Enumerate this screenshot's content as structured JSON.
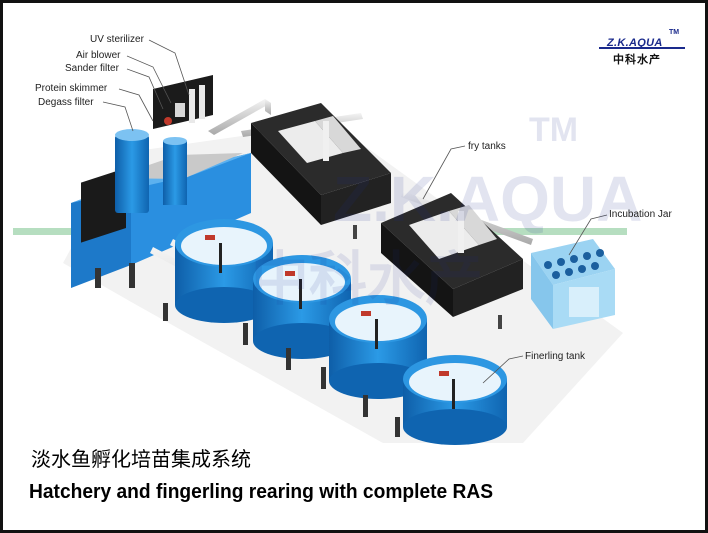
{
  "logo": {
    "brand": "Z.K.AQUA",
    "tm": "TM",
    "chinese": "中科水产"
  },
  "watermark": {
    "text": "Z.K.AQUA",
    "tm": "TM",
    "chinese": "中科水产"
  },
  "callouts": {
    "uv_sterilizer": "UV sterilizer",
    "air_blower": "Air blower",
    "sander_filter": "Sander filter",
    "protein_skimmer": "Protein skimmer",
    "degass_filter": "Degass filter",
    "fry_tanks": "fry tanks",
    "incubation_jar": "Incubation Jar",
    "finerling_tank": "Finerling tank"
  },
  "title": {
    "chinese": "淡水鱼孵化培苗集成系统",
    "english": "Hatchery and fingerling rearing with complete RAS"
  },
  "colors": {
    "tank_blue": "#1f86d6",
    "tank_blue_dark": "#0e5ea8",
    "fry_tank_black": "#1e1e1e",
    "pipe_grey": "#dcdcdc",
    "logo_blue": "#1a2a8c"
  }
}
